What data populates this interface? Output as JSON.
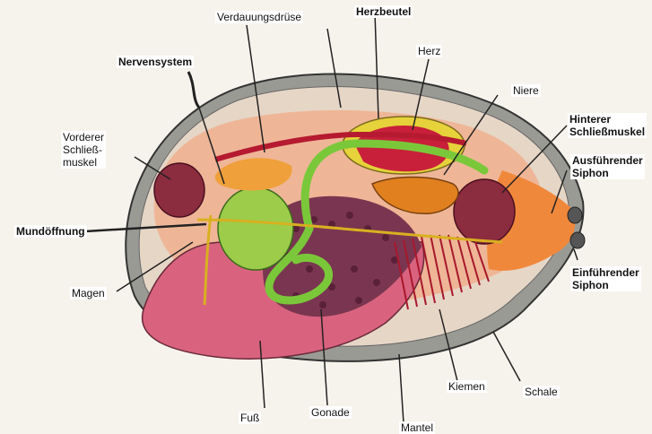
{
  "diagram": {
    "labels": {
      "verdauungsdruese": "Verdauungsdrüse",
      "herzbeutel": "Herzbeutel",
      "herz": "Herz",
      "nervensystem": "Nervensystem",
      "niere": "Niere",
      "vorderer_schliessmuskel": [
        "Vorderer",
        "Schließ-",
        "muskel"
      ],
      "hinterer_schliessmuskel": [
        "Hinterer",
        "Schließmuskel"
      ],
      "ausfuehrender_siphon": [
        "Ausführender",
        "Siphon"
      ],
      "mundoeffnung": "Mundöffnung",
      "magen": "Magen",
      "einfuehrender_siphon": [
        "Einführender",
        "Siphon"
      ],
      "kiemen": "Kiemen",
      "schale": "Schale",
      "fuss": "Fuß",
      "gonade": "Gonade",
      "mantel": "Mantel"
    }
  }
}
